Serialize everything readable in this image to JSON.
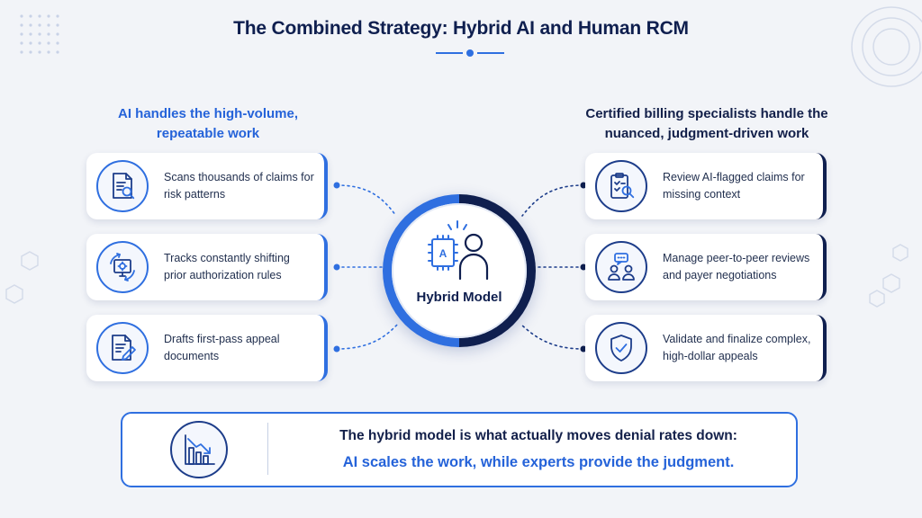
{
  "title": "The Combined Strategy: Hybrid AI and Human RCM",
  "left_column": {
    "heading": "AI handles the high-volume, repeatable work",
    "items": [
      {
        "text": "Scans thousands of claims for risk patterns",
        "icon": "document-search-icon"
      },
      {
        "text": "Tracks constantly shifting prior authorization rules",
        "icon": "gear-refresh-icon"
      },
      {
        "text": "Drafts first-pass appeal documents",
        "icon": "document-pen-icon"
      }
    ]
  },
  "right_column": {
    "heading": "Certified billing specialists handle the nuanced, judgment-driven work",
    "items": [
      {
        "text": "Review AI-flagged claims for missing context",
        "icon": "clipboard-search-icon"
      },
      {
        "text": "Manage peer-to-peer reviews and payer negotiations",
        "icon": "people-chat-icon"
      },
      {
        "text": "Validate and finalize complex, high-dollar appeals",
        "icon": "shield-check-icon"
      }
    ]
  },
  "hub": {
    "label": "Hybrid Model",
    "chip_letter": "A",
    "icon": "ai-chip-person-icon"
  },
  "banner": {
    "line1": "The hybrid model is what actually moves denial rates down:",
    "line2": "AI scales the work, while experts provide the judgment.",
    "icon": "declining-bar-chart-icon"
  },
  "colors": {
    "primary_blue": "#2f6fe0",
    "navy": "#0f1f4f",
    "background": "#f2f4f8"
  }
}
